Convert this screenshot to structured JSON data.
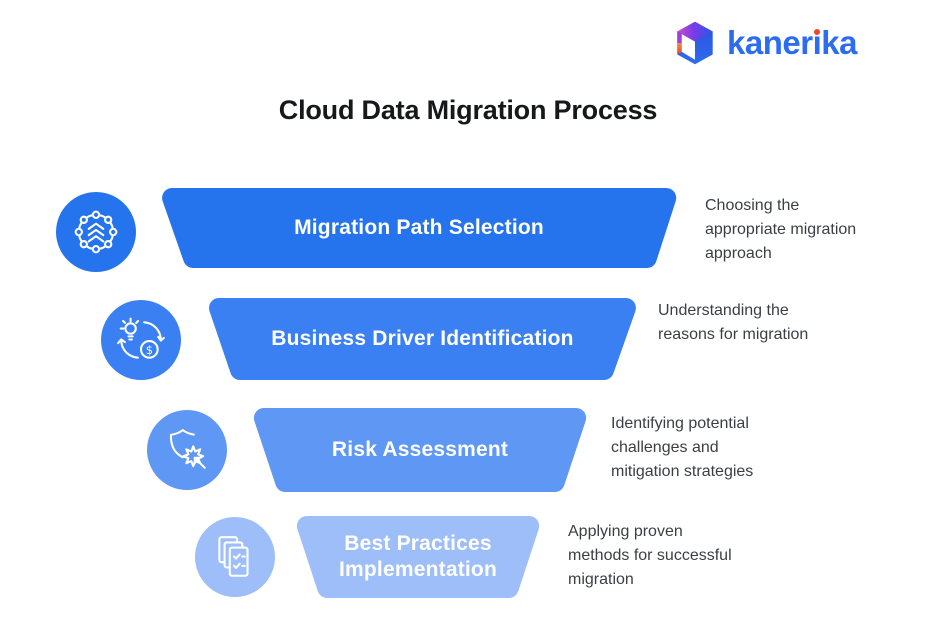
{
  "logo": {
    "brand": "kanerika",
    "wordmark_before_i": "kaner",
    "wordmark_i": "ı",
    "wordmark_after_i": "ka",
    "wordmark_color": "#2B6CF3",
    "i_dot_color": "#F4432C",
    "cube_icon": "kanerika-cube-logo"
  },
  "title": "Cloud Data Migration Process",
  "steps": [
    {
      "label": "Migration Path Selection",
      "description": "Choosing the\nappropriate migration\napproach",
      "color": "#2574EE",
      "icon": "network-nodes-icon"
    },
    {
      "label": "Business Driver Identification",
      "description": "Understanding the\nreasons for migration",
      "color": "#3B80F2",
      "icon": "idea-to-value-cycle-icon"
    },
    {
      "label": "Risk Assessment",
      "description": "Identifying potential\nchallenges and\nmitigation strategies",
      "color": "#5F97F5",
      "icon": "shield-impact-icon"
    },
    {
      "label": "Best Practices Implementation",
      "description": "Applying proven\nmethods for successful\nmigration",
      "color": "#9DBEF9",
      "icon": "checklist-documents-icon"
    }
  ],
  "colors": {
    "background": "#FFFFFF",
    "title_text": "#17181B",
    "description_text": "#3A3F45",
    "bar_label_text": "#FFFFFF"
  }
}
